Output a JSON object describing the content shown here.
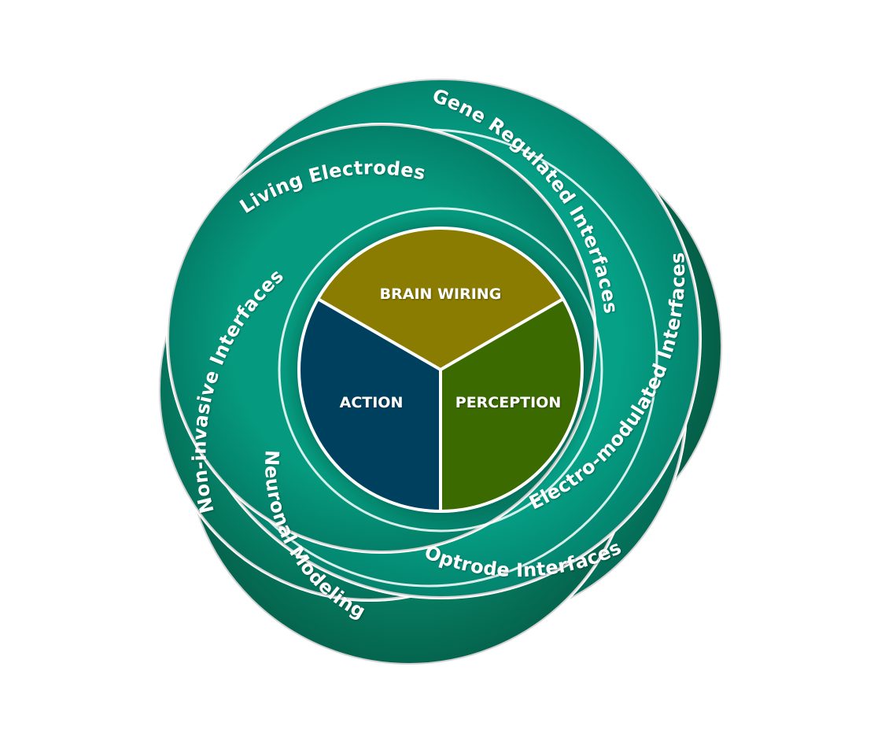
{
  "diagram": {
    "type": "concentric-spiral",
    "core": {
      "segments": [
        {
          "id": "brain-wiring",
          "label": "BRAIN WIRING",
          "color": "#8a7b00"
        },
        {
          "id": "action",
          "label": "ACTION",
          "color": "#00405f"
        },
        {
          "id": "perception",
          "label": "PERCEPTION",
          "color": "#3b6a00"
        }
      ]
    },
    "bands": [
      {
        "id": "gene-regulated-interfaces",
        "label": "Gene Regulated Interfaces",
        "color": "#05a086"
      },
      {
        "id": "electro-modulated-interfaces",
        "label": "Electro-modulated Interfaces",
        "color": "#067357"
      },
      {
        "id": "optrode-interfaces",
        "label": "Optrode Interfaces",
        "color": "#058369"
      },
      {
        "id": "neuronal-modeling",
        "label": "Neuronal Modeling",
        "color": "#067a5f"
      },
      {
        "id": "non-invasive-interfaces",
        "label": "Non-invasive Interfaces",
        "color": "#068a6e"
      },
      {
        "id": "living-electrodes",
        "label": "Living Electrodes",
        "color": "#059a7f"
      }
    ],
    "outline_color": "#ffffff"
  }
}
